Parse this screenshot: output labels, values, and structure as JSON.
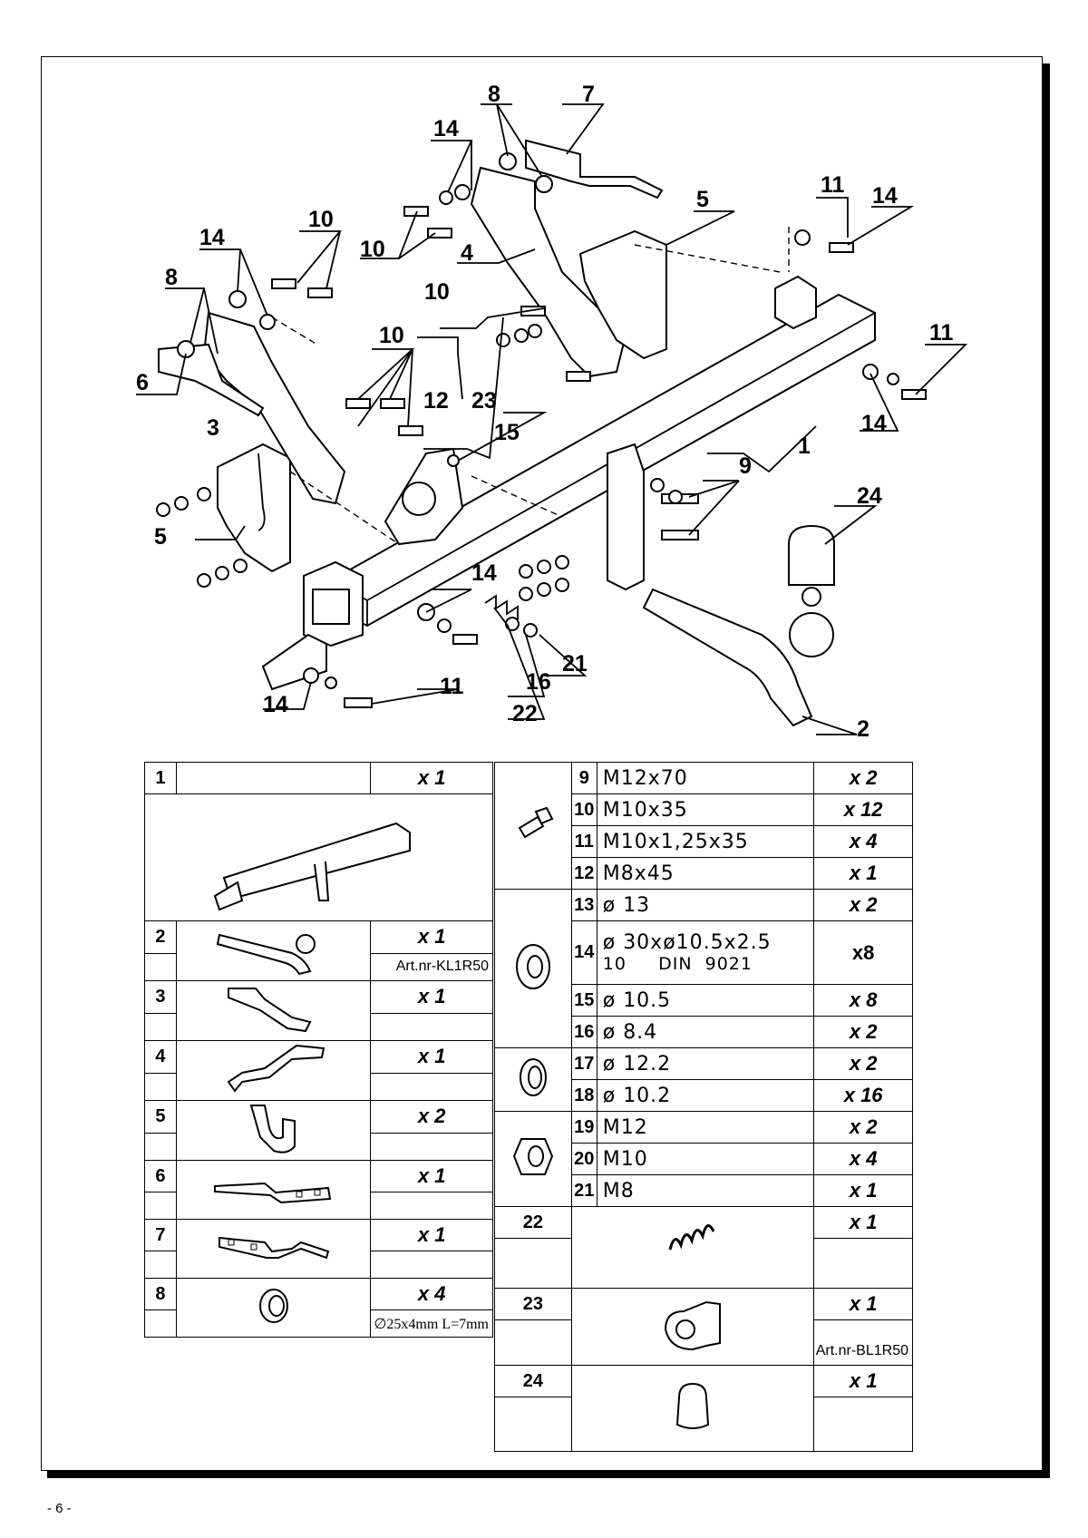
{
  "diagram": {
    "labels": [
      "8",
      "7",
      "14",
      "10",
      "10",
      "4",
      "5",
      "14",
      "11",
      "14",
      "10",
      "8",
      "6",
      "10",
      "10",
      "3",
      "12",
      "23",
      "15",
      "11",
      "14",
      "1",
      "9",
      "24",
      "5",
      "14",
      "11",
      "14",
      "16",
      "21",
      "22",
      "2"
    ]
  },
  "left_table": {
    "rows": [
      {
        "num": "1",
        "qty": "x 1",
        "icon": "towbar-crossbeam-icon",
        "note": ""
      },
      {
        "num": "2",
        "qty": "x 1",
        "icon": "towball-arm-icon",
        "note": "Art.nr-KL1R50"
      },
      {
        "num": "3",
        "qty": "x 1",
        "icon": "bracket-3-icon",
        "note": ""
      },
      {
        "num": "4",
        "qty": "x 1",
        "icon": "bracket-4-icon",
        "note": ""
      },
      {
        "num": "5",
        "qty": "x 2",
        "icon": "hook-bracket-icon",
        "note": ""
      },
      {
        "num": "6",
        "qty": "x 1",
        "icon": "strap-6-icon",
        "note": ""
      },
      {
        "num": "7",
        "qty": "x 1",
        "icon": "strap-7-icon",
        "note": ""
      },
      {
        "num": "8",
        "qty": "x 4",
        "icon": "spacer-ring-icon",
        "note": "∅25x4mm L=7mm"
      }
    ]
  },
  "right_table": {
    "bolts": [
      {
        "num": "9",
        "spec": "M12x70",
        "qty": "x 2"
      },
      {
        "num": "10",
        "spec": "M10x35",
        "qty": "x 12"
      },
      {
        "num": "11",
        "spec": "M10x1,25x35",
        "qty": "x 4"
      },
      {
        "num": "12",
        "spec": "M8x45",
        "qty": "x 1"
      }
    ],
    "washers": [
      {
        "num": "13",
        "spec": "ø 13",
        "qty": "x 2"
      },
      {
        "num": "14",
        "spec": "ø 30xø10.5x2.5",
        "spec2": "10     DIN  9021",
        "qty": "x8"
      },
      {
        "num": "15",
        "spec": "ø 10.5",
        "qty": "x 8"
      },
      {
        "num": "16",
        "spec": "ø 8.4",
        "qty": "x 2"
      }
    ],
    "spring_washers": [
      {
        "num": "17",
        "spec": "ø 12.2",
        "qty": "x 2"
      },
      {
        "num": "18",
        "spec": "ø 10.2",
        "qty": "x 16"
      }
    ],
    "nuts": [
      {
        "num": "19",
        "spec": "M12",
        "qty": "x 2"
      },
      {
        "num": "20",
        "spec": "M10",
        "qty": "x 4"
      },
      {
        "num": "21",
        "spec": "M8",
        "qty": "x 1"
      }
    ],
    "extras": [
      {
        "num": "22",
        "qty": "x 1",
        "icon": "spring-icon",
        "note": ""
      },
      {
        "num": "23",
        "qty": "x 1",
        "icon": "socket-plate-icon",
        "note": "Art.nr-BL1R50"
      },
      {
        "num": "24",
        "qty": "x 1",
        "icon": "ball-cap-icon",
        "note": ""
      }
    ]
  },
  "page_number": "- 6 -"
}
